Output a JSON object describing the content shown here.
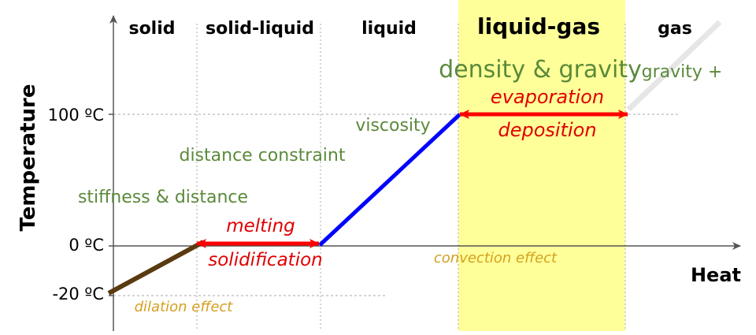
{
  "phases": {
    "solid": "solid",
    "solid_liquid": "solid-liquid",
    "liquid": "liquid",
    "liquid_gas": "liquid-gas",
    "gas": "gas"
  },
  "axes": {
    "x_label": "Heat",
    "y_label": "Temperature",
    "tick_100": "100 ºC",
    "tick_0": "0 ºC",
    "tick_minus20": "-20 ºC"
  },
  "transitions": {
    "melting": "melting",
    "solidification": "solidification",
    "evaporation": "evaporation",
    "deposition": "deposition"
  },
  "forces": {
    "density_gravity": "density & gravity",
    "gravity_plus": "gravity +",
    "viscosity": "viscosity",
    "distance_constraint": "distance constraint",
    "stiffness_distance": "stiffness & distance"
  },
  "effects": {
    "convection": "convection effect",
    "dilation": "dilation effect"
  },
  "colors": {
    "solid_line": "#5a3a10",
    "liquid_line": "#0000ff",
    "transition_arrow": "#ff0000",
    "transition_text": "#e00000",
    "force_text": "#5a8a3a",
    "effect_text": "#d4a020",
    "liquid_gas_band": "#ffff99",
    "gas_line": "#e6e6e6",
    "guide_line": "#aaaaaa"
  }
}
